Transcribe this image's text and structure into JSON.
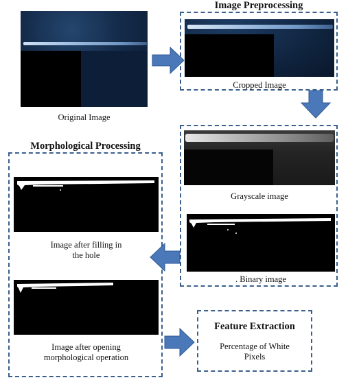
{
  "original": {
    "caption": "Original Image"
  },
  "preprocessing": {
    "title": "Image Preprocessing",
    "cropped_caption": "Cropped Image",
    "grayscale_caption": "Grayscale image",
    "binary_caption": ". Binary image"
  },
  "morphological": {
    "title": "Morphological Processing",
    "filling_caption_line1": "Image after filling in",
    "filling_caption_line2": "the hole",
    "opening_caption_line1": "Image after opening",
    "opening_caption_line2": "morphological operation"
  },
  "feature": {
    "title": "Feature Extraction",
    "text_line1": "Percentage of White",
    "text_line2": "Pixels"
  },
  "colors": {
    "box_border": "#3a5f8c",
    "arrow_fill": "#4a78b8",
    "arrow_stroke": "#2f5a94"
  }
}
